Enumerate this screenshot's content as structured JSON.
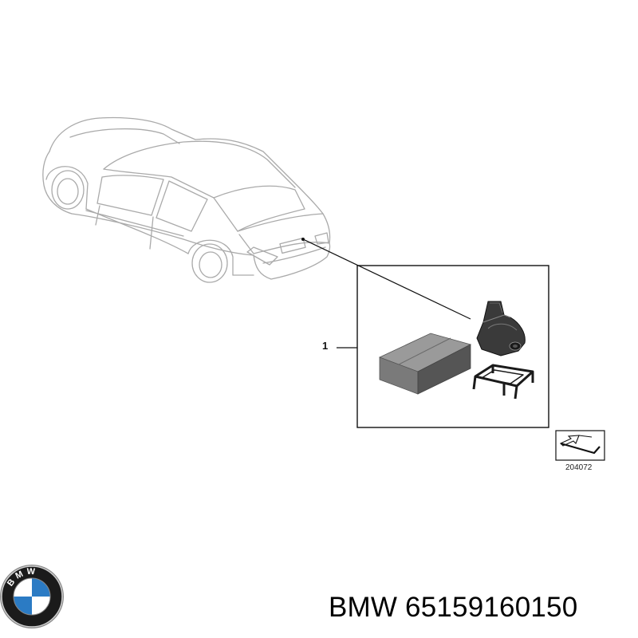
{
  "diagram": {
    "callout_number": "1",
    "reference_code": "204072"
  },
  "logo": {
    "brand_text": "BMW"
  },
  "caption": {
    "text": "BMW 65159160150"
  },
  "colors": {
    "car_outline": "#aaaaaa",
    "box_border": "#111111",
    "camera_body": "#3a3a3a",
    "carton_top": "#9a9a9a",
    "logo_blue": "#2b7bc4"
  }
}
